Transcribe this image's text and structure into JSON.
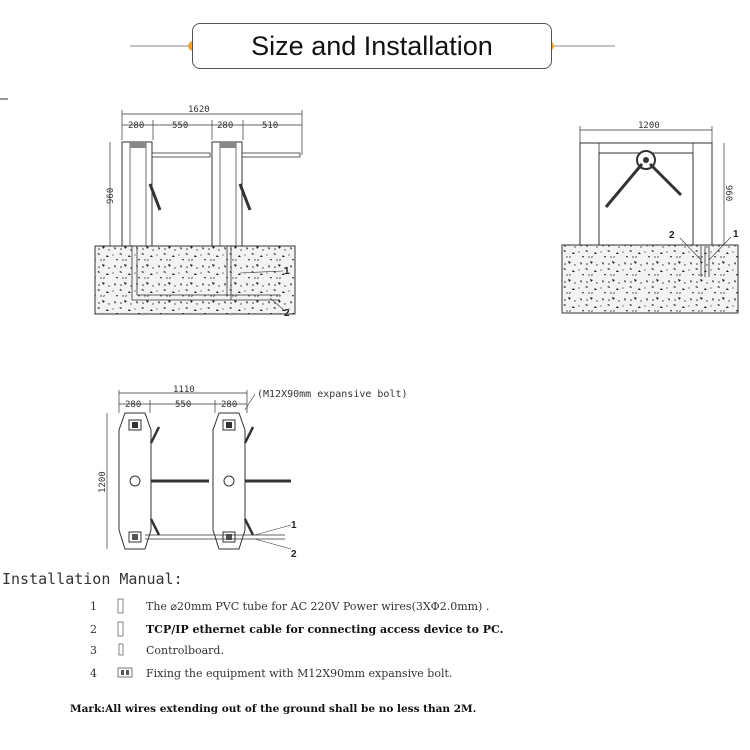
{
  "header": {
    "title": "Size and Installation"
  },
  "front_view": {
    "dims": {
      "total": "1620",
      "d1": "280",
      "d2": "550",
      "d3": "280",
      "d4": "510",
      "height": "960"
    },
    "callouts": [
      "1",
      "2"
    ]
  },
  "side_view": {
    "dims": {
      "width": "1200",
      "height": "960"
    },
    "callouts": [
      "2",
      "1"
    ]
  },
  "top_view": {
    "dims": {
      "total": "1110",
      "d1": "280",
      "d2": "550",
      "d3": "280",
      "depth": "1200"
    },
    "bolt_note": "(M12X90mm expansive bolt)",
    "callouts": [
      "1",
      "2"
    ]
  },
  "manual": {
    "title": "Installation Manual:",
    "items": [
      {
        "num": "1",
        "icon": "pvc-tube-icon",
        "text": "The ⌀20mm PVC tube for AC 220V Power wires(3XΦ2.0mm) ."
      },
      {
        "num": "2",
        "icon": "ethernet-cable-icon",
        "text": "TCP/IP  ethernet cable for connecting access device to  PC."
      },
      {
        "num": "3",
        "icon": "controlboard-icon",
        "text": "Controlboard."
      },
      {
        "num": "4",
        "icon": "expansive-bolt-icon",
        "text": "Fixing the equipment with M12X90mm expansive bolt."
      }
    ]
  },
  "mark": "Mark:All wires extending out of the ground shall be no less than 2M.",
  "colors": {
    "accent": "#f5a623",
    "line": "#333333"
  }
}
